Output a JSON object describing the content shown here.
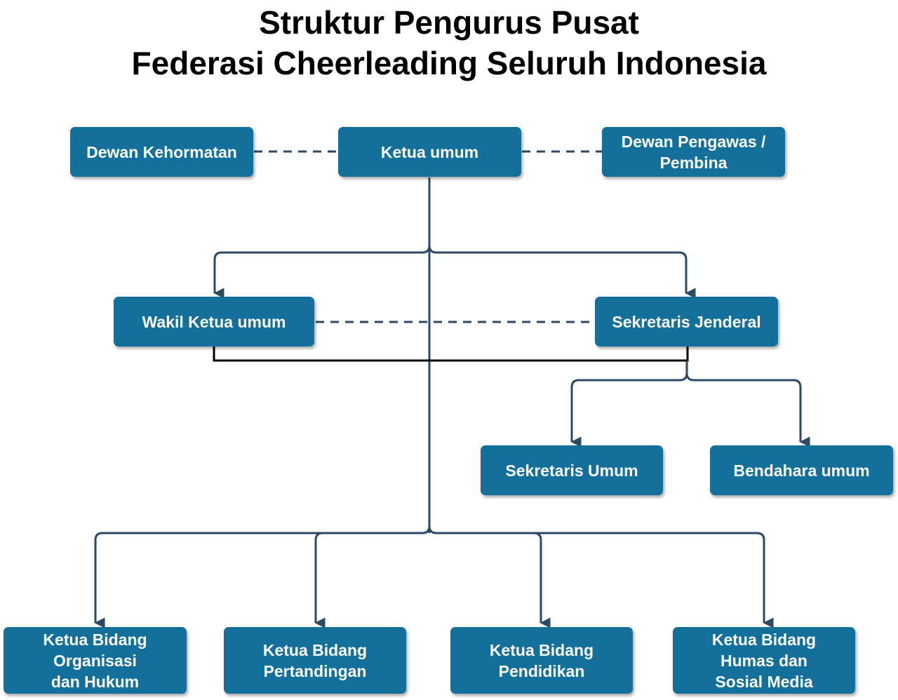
{
  "title": {
    "line1": "Struktur Pengurus Pusat",
    "line2": "Federasi Cheerleading Seluruh Indonesia"
  },
  "colors": {
    "box_fill": "#12709a",
    "box_text": "#ffffff",
    "connector": "#2c4a63",
    "title_text": "#000000"
  },
  "nodes": {
    "dewan_kehormatan": "Dewan Kehormatan",
    "ketua_umum": "Ketua umum",
    "dewan_pengawas": "Dewan Pengawas /\nPembina",
    "wakil_ketua_umum": "Wakil Ketua umum",
    "sekretaris_jenderal": "Sekretaris Jenderal",
    "sekretaris_umum": "Sekretaris Umum",
    "bendahara_umum": "Bendahara umum",
    "bidang_organisasi": "Ketua Bidang\nOrganisasi\ndan Hukum",
    "bidang_pertandingan": "Ketua Bidang\nPertandingan",
    "bidang_pendidikan": "Ketua Bidang\nPendidikan",
    "bidang_humas": "Ketua Bidang\nHumas dan\nSosial Media"
  }
}
